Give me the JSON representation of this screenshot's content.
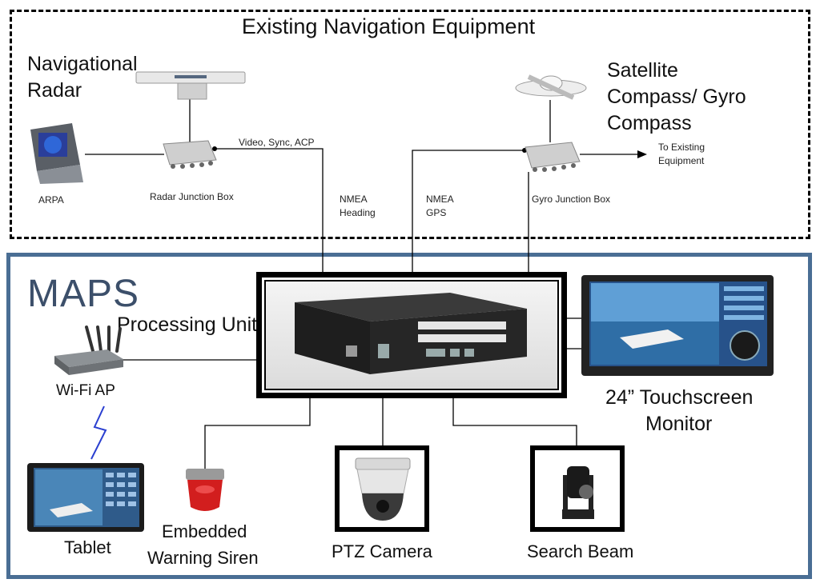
{
  "nav": {
    "title": "Existing Navigation Equipment",
    "radar_label": "Navigational Radar",
    "arpa_label": "ARPA",
    "radar_jb_label": "Radar Junction Box",
    "video_label": "Video, Sync, ACP",
    "nmea_heading_1": "NMEA",
    "nmea_heading_2": "Heading",
    "nmea_gps_1": "NMEA",
    "nmea_gps_2": "GPS",
    "gyro_label_1": "Satellite",
    "gyro_label_2": "Compass/ Gyro",
    "gyro_label_3": "Compass",
    "gyro_jb_label": "Gyro Junction Box",
    "to_existing_1": "To Existing",
    "to_existing_2": "Equipment"
  },
  "maps": {
    "title": "MAPS",
    "processing_unit": "Processing Unit",
    "wifi": "Wi-Fi AP",
    "tablet": "Tablet",
    "siren_1": "Embedded",
    "siren_2": "Warning Siren",
    "ptz": "PTZ Camera",
    "search_beam": "Search Beam",
    "monitor_1": "24” Touchscreen",
    "monitor_2": "Monitor"
  },
  "colors": {
    "maps_border": "#4a6e94",
    "maps_title": "#3c4f6a",
    "wireless": "#2a3fd0"
  },
  "icons": [
    "radar-antenna-icon",
    "arpa-console-icon",
    "junction-box-icon",
    "satellite-compass-icon",
    "server-icon",
    "wifi-router-icon",
    "tablet-icon",
    "siren-icon",
    "ptz-camera-icon",
    "search-beam-icon",
    "monitor-icon",
    "arrow-icon",
    "lightning-icon"
  ]
}
